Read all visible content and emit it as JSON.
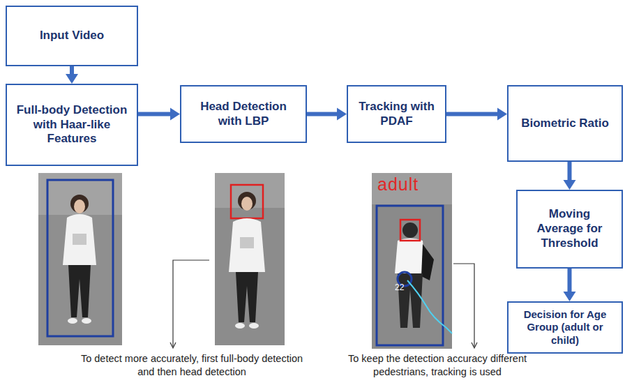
{
  "diagram": {
    "nodes": [
      {
        "text": [
          "Input Video"
        ]
      },
      {
        "text": [
          "Full-body Detection with Haar-like Features"
        ]
      },
      {
        "text": [
          "Head Detection with LBP"
        ]
      },
      {
        "text": [
          "Tracking with PDAF"
        ]
      },
      {
        "text": [
          "Biometric Ratio"
        ]
      },
      {
        "text": [
          "Moving Average for Threshold"
        ]
      },
      {
        "text": [
          "Decision for Age Group (adult or child)"
        ]
      }
    ],
    "edges": [
      {
        "from": 0,
        "to": 1,
        "arrow": "to"
      },
      {
        "from": 1,
        "to": 2,
        "arrow": "to"
      },
      {
        "from": 2,
        "to": 3,
        "arrow": "to"
      },
      {
        "from": 3,
        "to": 4,
        "arrow": "to"
      },
      {
        "from": 4,
        "to": 5,
        "arrow": "to"
      },
      {
        "from": 5,
        "to": 6,
        "arrow": "to"
      }
    ],
    "labels": [
      "adult",
      "22",
      "To detect more accurately, first full-body detection and then head detection",
      "To keep the detection accuracy different pedestrians, tracking is used"
    ]
  }
}
